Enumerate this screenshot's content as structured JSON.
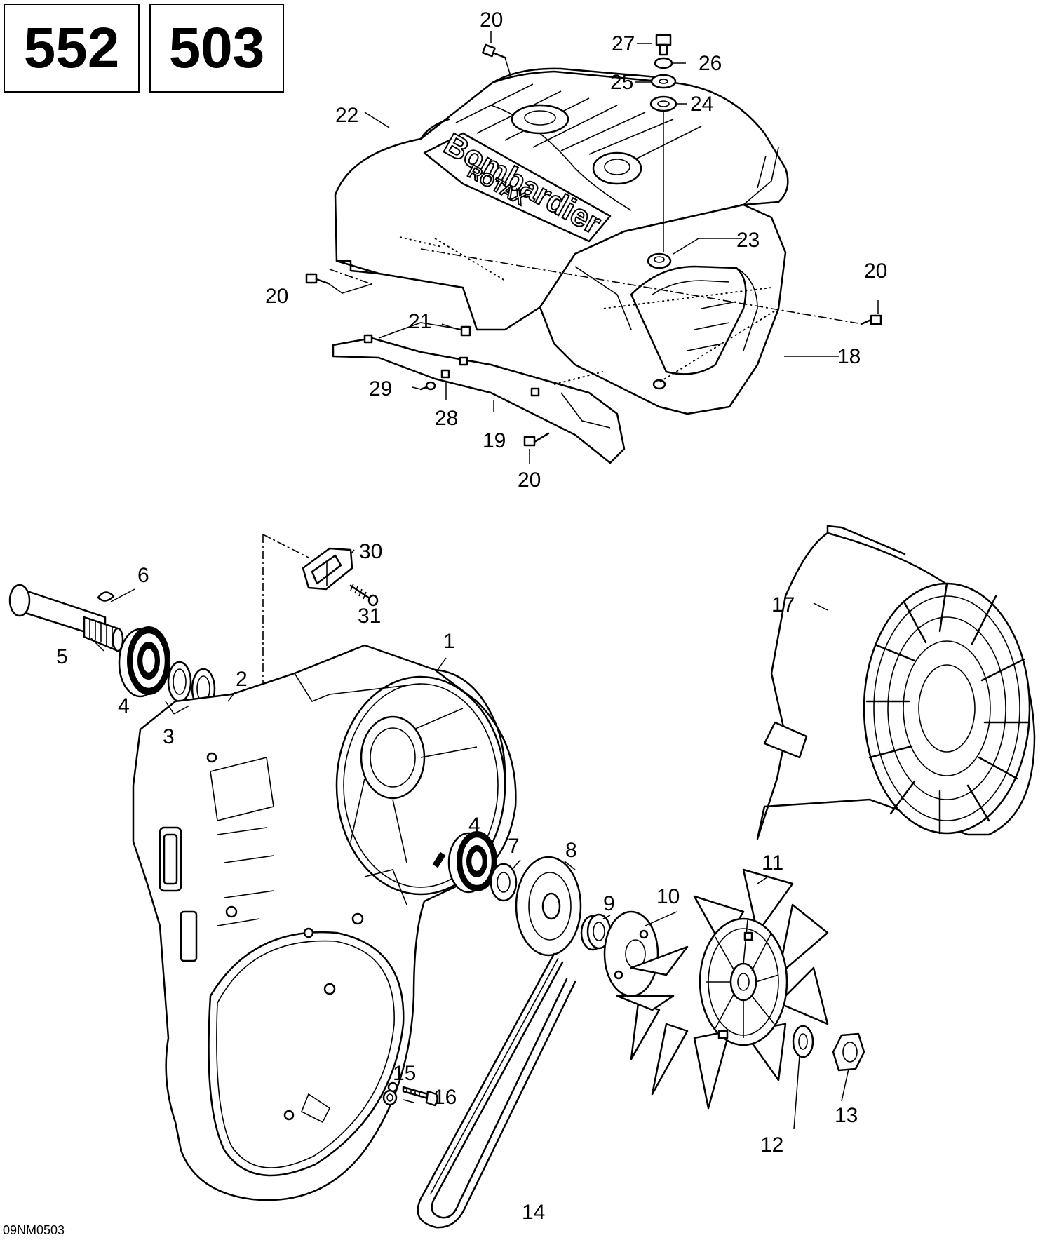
{
  "header": {
    "badges": [
      "552",
      "503"
    ]
  },
  "footer": {
    "code": "09NM0503"
  },
  "cover": {
    "brand_name": "Bombardier",
    "brand_sub": "ROTAX"
  },
  "callouts": {
    "c1": "1",
    "c2": "2",
    "c3": "3",
    "c4a": "4",
    "c4b": "4",
    "c5": "5",
    "c6": "6",
    "c7": "7",
    "c8": "8",
    "c9": "9",
    "c10": "10",
    "c11": "11",
    "c12": "12",
    "c13": "13",
    "c14": "14",
    "c15": "15",
    "c16": "16",
    "c17": "17",
    "c18": "18",
    "c19": "19",
    "c20a": "20",
    "c20b": "20",
    "c20c": "20",
    "c20d": "20",
    "c21": "21",
    "c22": "22",
    "c23": "23",
    "c24": "24",
    "c25": "25",
    "c26": "26",
    "c27": "27",
    "c28": "28",
    "c29": "29",
    "c30": "30",
    "c31": "31"
  }
}
